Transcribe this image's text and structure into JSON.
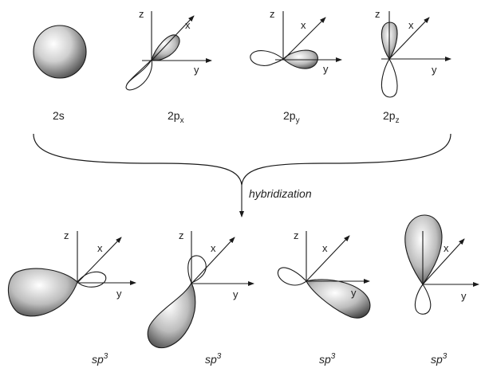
{
  "axes": {
    "x": "x",
    "y": "y",
    "z": "z"
  },
  "top_row": [
    {
      "label": "2s",
      "sub": ""
    },
    {
      "label": "2p",
      "sub": "x"
    },
    {
      "label": "2p",
      "sub": "y"
    },
    {
      "label": "2p",
      "sub": "z"
    }
  ],
  "arrow_label": "hybridization",
  "bottom_row": [
    {
      "label": "sp",
      "sup": "3"
    },
    {
      "label": "sp",
      "sup": "3"
    },
    {
      "label": "sp",
      "sup": "3"
    },
    {
      "label": "sp",
      "sup": "3"
    }
  ]
}
